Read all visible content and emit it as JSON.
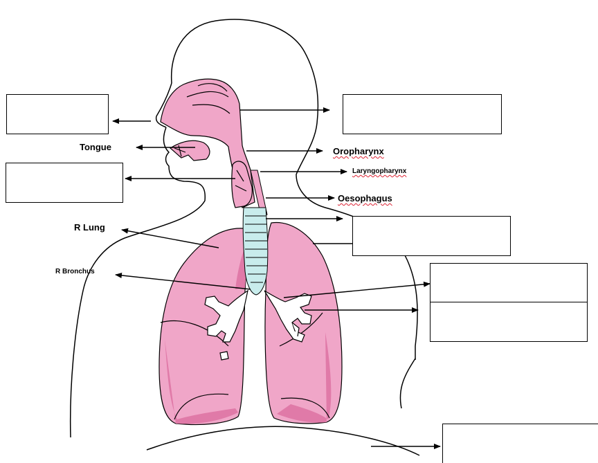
{
  "labels": {
    "tongue": "Tongue",
    "oropharynx": "Oropharynx",
    "laryngopharynx": "Laryngopharynx",
    "oesophagus": "Oesophagus",
    "r_lung": "R Lung",
    "r_bronchus": "R Bronchus"
  },
  "blank_boxes": [
    "",
    "",
    "",
    "",
    "",
    "",
    "",
    ""
  ],
  "colors": {
    "tissue_pink": "#f0a6c8",
    "tissue_dark": "#e07aa8",
    "trachea_blue": "#c8ecec",
    "outline": "#000000"
  }
}
